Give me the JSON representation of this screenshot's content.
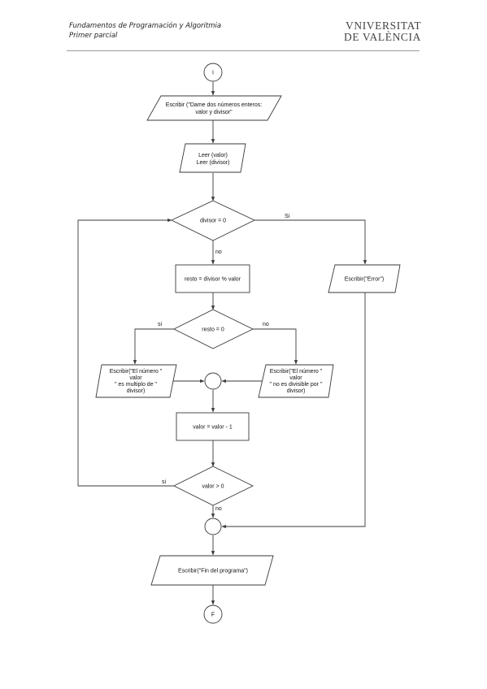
{
  "header": {
    "course_line": "Fundamentos de Programación y Algoritmia",
    "exam_line": "Primer parcial",
    "logo_line1": "VNIVERSITAT",
    "logo_line2": "DE VALÈNCIA"
  },
  "flowchart": {
    "start_label": "I",
    "prompt_line1": "Escribir (\"Dame dos números enteros:",
    "prompt_line2": "valor y divisor\"",
    "read_line1": "Leer (valor)",
    "read_line2": "Leer (divisor)",
    "cond_divisor": "divisor = 0",
    "yes_divisor": "Si",
    "no_divisor": "no",
    "error_output": "Escribir(\"Error\")",
    "assign_resto": "resto = divisor % valor",
    "cond_resto": "resto = 0",
    "yes_resto": "si",
    "no_resto": "no",
    "multiple_line1": "Escribir(\"El número \"",
    "multiple_line2": "valor",
    "multiple_line3": "\" es multiplo de \"",
    "multiple_line4": "divisor)",
    "notdiv_line1": "Escribir(\"El número \"",
    "notdiv_line2": "valor",
    "notdiv_line3": "\" no es divisible por \"",
    "notdiv_line4": "divisor)",
    "decrement": "valor = valor - 1",
    "cond_valor": "valor > 0",
    "yes_valor": "si",
    "no_valor": "no",
    "end_output": "Escribir(\"Fin del programa\")",
    "end_label": "F"
  }
}
